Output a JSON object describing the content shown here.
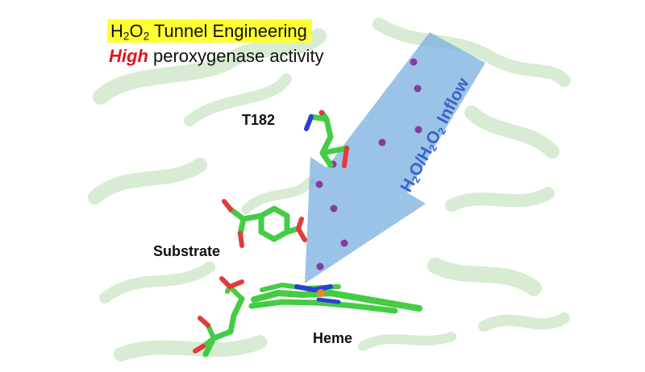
{
  "title": {
    "main": "H",
    "sub1": "2",
    "mid": "O",
    "sub2": "2",
    "rest": " Tunnel Engineering"
  },
  "subtitle": {
    "highlight": "High",
    "rest": " peroxygenase activity"
  },
  "labels": {
    "residue": "T182",
    "substrate": "Substrate",
    "heme": "Heme"
  },
  "inflow": {
    "p1": "H",
    "s1": "2",
    "p2": "O/H",
    "s2": "2",
    "p3": "O",
    "s3": "2",
    "p4": " Inflow"
  },
  "colors": {
    "title_highlight": "#ffff33",
    "high_text": "#e0141e",
    "arrow_fill": "#7fb2e0",
    "arrow_text": "#3d63c4",
    "carbon": "#44cc44",
    "oxygen": "#e23b3b",
    "nitrogen": "#2b3fd6",
    "water": "#8a3a9a",
    "protein_background": "#d7ecd3"
  }
}
